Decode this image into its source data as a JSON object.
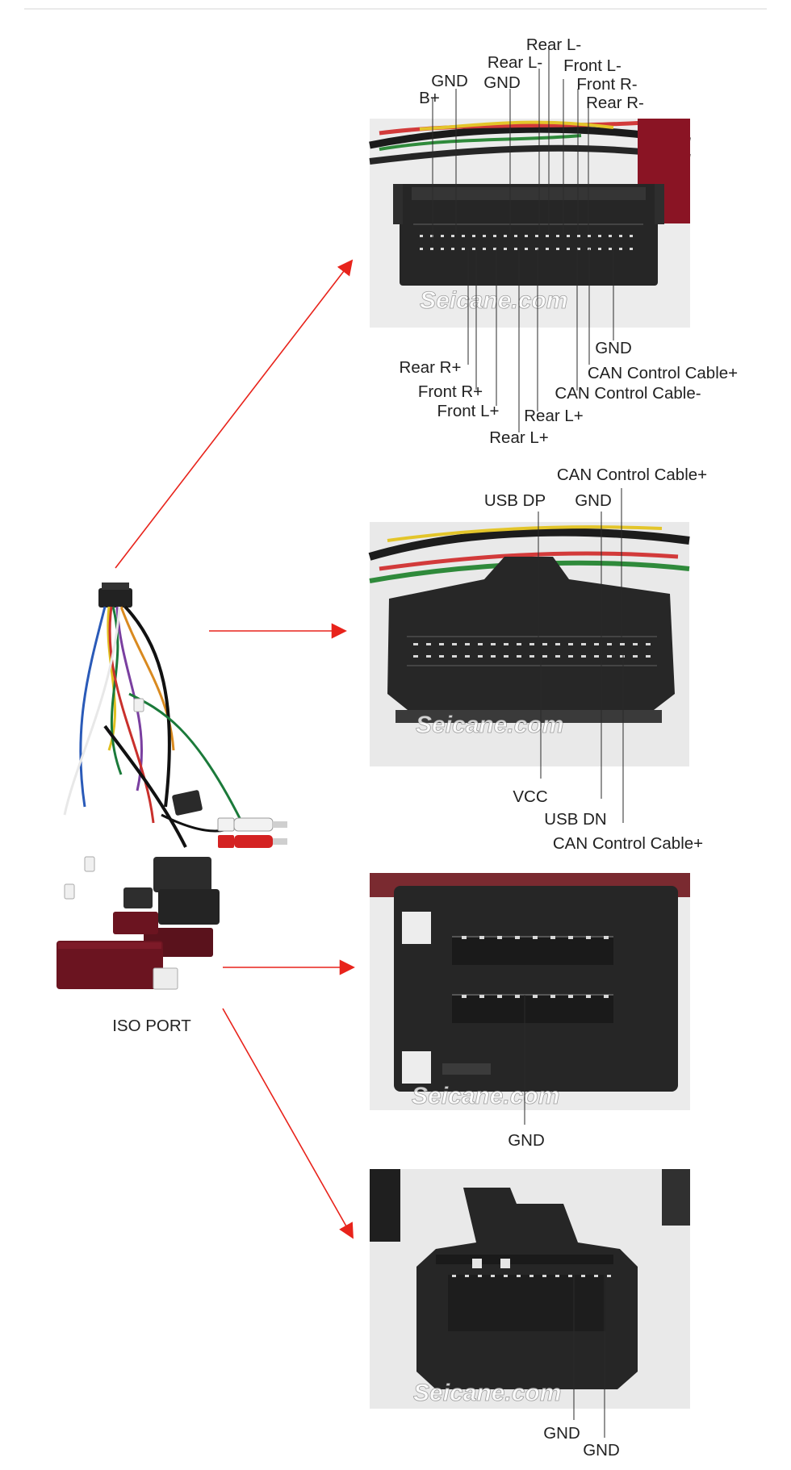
{
  "colors": {
    "arrow": "#e8231b",
    "connector": "#262626",
    "box": "#6b1420",
    "label": "#222222"
  },
  "left": {
    "caption": "ISO PORT"
  },
  "watermark": "Seicane.com",
  "panels": [
    {
      "top_labels": [
        "Rear L-",
        "Rear L-",
        "Front L-",
        "GND",
        "GND",
        "Front R-",
        "B+",
        "Rear R-"
      ],
      "bottom_labels": [
        "GND",
        "Rear R+",
        "CAN Control Cable+",
        "Front R+",
        "CAN Control Cable-",
        "Front L+",
        "Rear L+",
        "Rear L+"
      ]
    },
    {
      "top_labels": [
        "CAN Control Cable+",
        "USB DP",
        "GND"
      ],
      "bottom_labels": [
        "VCC",
        "USB DN",
        "CAN Control Cable+"
      ]
    },
    {
      "top_labels": [],
      "bottom_labels": [
        "GND"
      ]
    },
    {
      "top_labels": [],
      "bottom_labels": [
        "GND",
        "GND"
      ]
    }
  ]
}
